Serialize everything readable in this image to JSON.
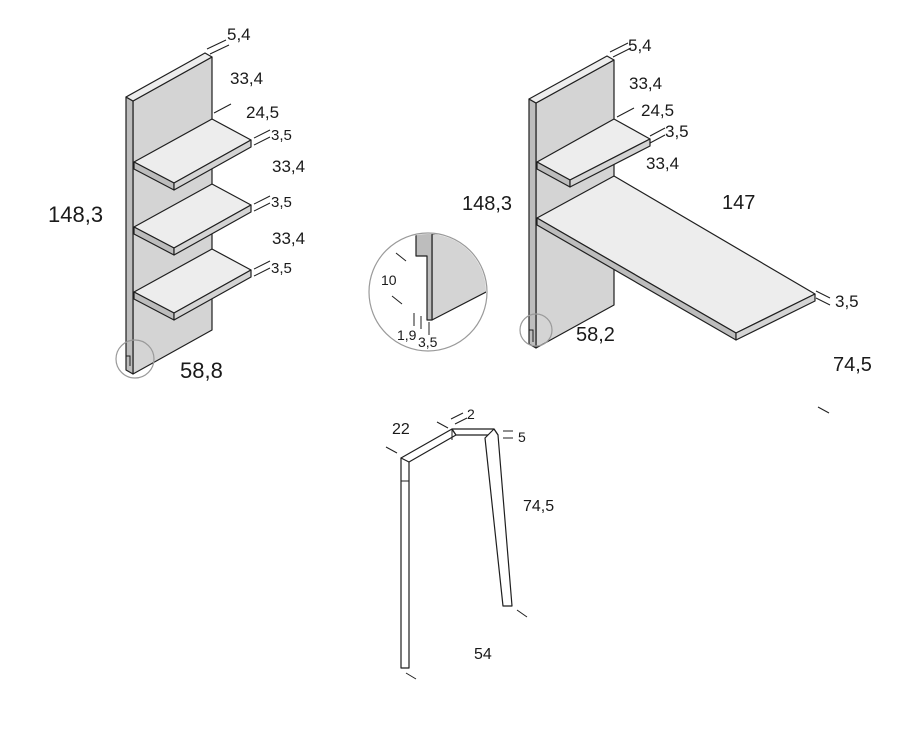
{
  "shelf_unit": {
    "top_depth": "5,4",
    "top_spacing": "33,4",
    "top_shelf_depth": "24,5",
    "shelf1_thickness": "3,5",
    "spacing_1": "33,4",
    "shelf2_thickness": "3,5",
    "spacing_2": "33,4",
    "shelf3_thickness": "3,5",
    "height": "148,3",
    "width": "58,8"
  },
  "detail": {
    "height": "10",
    "offset": "1,9",
    "thickness": "3,5"
  },
  "desk_unit": {
    "top_depth": "5,4",
    "top_spacing": "33,4",
    "shelf_depth": "24,5",
    "shelf_thickness": "3,5",
    "spacing": "33,4",
    "height": "148,3",
    "desk_length": "147",
    "desk_thickness": "3,5",
    "width": "58,2",
    "desk_height": "74,5"
  },
  "leg": {
    "depth": "22",
    "thickness": "2",
    "top": "5",
    "height": "74,5",
    "width": "54"
  }
}
